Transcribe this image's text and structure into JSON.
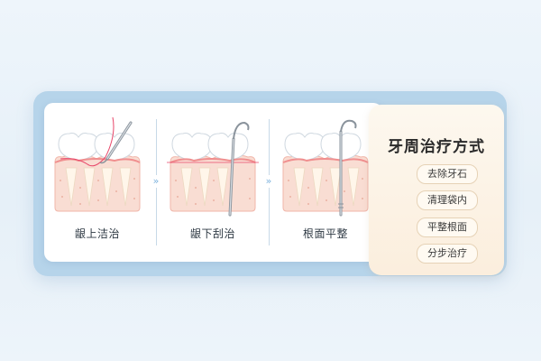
{
  "steps": [
    {
      "label": "龈上洁治",
      "icon": "supragingival-scaling-icon"
    },
    {
      "label": "龈下刮治",
      "icon": "subgingival-curettage-icon"
    },
    {
      "label": "根面平整",
      "icon": "root-planing-icon"
    }
  ],
  "panel": {
    "title": "牙周治疗方式",
    "items": [
      "去除牙石",
      "清理袋内",
      "平整根面",
      "分步治疗"
    ]
  },
  "colors": {
    "frame": "#b6d4ea",
    "gum": "#f6cfc4",
    "gum_edge": "#f08f8f",
    "accent_line": "#e8476a",
    "arrow": "#7fb4de",
    "panel": "#fbeedd"
  }
}
